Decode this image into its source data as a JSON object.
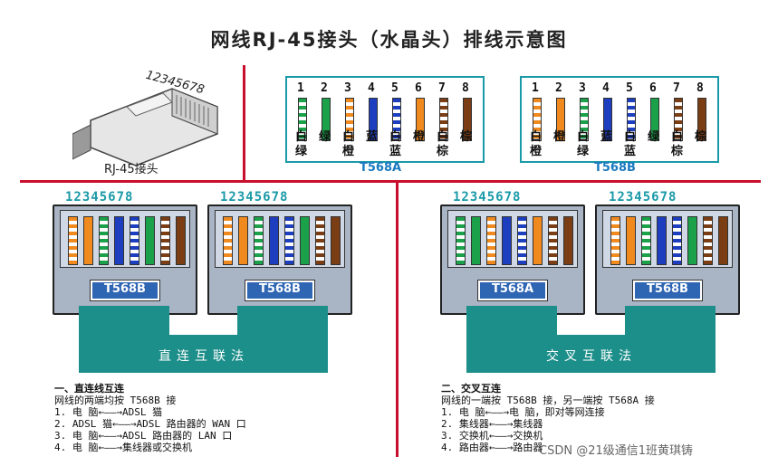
{
  "title": "网线RJ-45接头（水晶头）排线示意图",
  "rj45": {
    "pins_text": "12345678",
    "caption": "RJ-45接头"
  },
  "colors": {
    "white": "#ffffff",
    "green": "#1aa14a",
    "orange": "#f08a1e",
    "blue": "#1d3fbf",
    "brown": "#7a3d14",
    "red": "#c8102e",
    "teal": "#1a9aa8"
  },
  "standards": [
    {
      "name": "T568A",
      "pins": [
        "1",
        "2",
        "3",
        "4",
        "5",
        "6",
        "7",
        "8"
      ],
      "wires": [
        {
          "stripe": "green",
          "base": "white",
          "top": "白",
          "bottom": "绿"
        },
        {
          "stripe": "green",
          "base": "green",
          "top": "绿",
          "bottom": ""
        },
        {
          "stripe": "orange",
          "base": "white",
          "top": "白",
          "bottom": "橙"
        },
        {
          "stripe": "blue",
          "base": "blue",
          "top": "蓝",
          "bottom": ""
        },
        {
          "stripe": "blue",
          "base": "white",
          "top": "白",
          "bottom": "蓝"
        },
        {
          "stripe": "orange",
          "base": "orange",
          "top": "橙",
          "bottom": ""
        },
        {
          "stripe": "brown",
          "base": "white",
          "top": "白",
          "bottom": "棕"
        },
        {
          "stripe": "brown",
          "base": "brown",
          "top": "棕",
          "bottom": ""
        }
      ]
    },
    {
      "name": "T568B",
      "pins": [
        "1",
        "2",
        "3",
        "4",
        "5",
        "6",
        "7",
        "8"
      ],
      "wires": [
        {
          "stripe": "orange",
          "base": "white",
          "top": "白",
          "bottom": "橙"
        },
        {
          "stripe": "orange",
          "base": "orange",
          "top": "橙",
          "bottom": ""
        },
        {
          "stripe": "green",
          "base": "white",
          "top": "白",
          "bottom": "绿"
        },
        {
          "stripe": "blue",
          "base": "blue",
          "top": "蓝",
          "bottom": ""
        },
        {
          "stripe": "blue",
          "base": "white",
          "top": "白",
          "bottom": "蓝"
        },
        {
          "stripe": "green",
          "base": "green",
          "top": "绿",
          "bottom": ""
        },
        {
          "stripe": "brown",
          "base": "white",
          "top": "白",
          "bottom": "棕"
        },
        {
          "stripe": "brown",
          "base": "brown",
          "top": "棕",
          "bottom": ""
        }
      ]
    }
  ],
  "cables": [
    {
      "pins_text": "12345678",
      "left_label": "T568B",
      "right_label": "T568B",
      "cable_text": "直连互联法"
    },
    {
      "pins_text": "12345678",
      "left_label": "T568A",
      "right_label": "T568B",
      "cable_text": "交叉互联法"
    }
  ],
  "sections": [
    {
      "heading": "一、直连线互连",
      "subheading": "网线的两端均按 T568B 接",
      "lines": [
        "1.  电  脑←——→ADSL 猫",
        "2.  ADSL 猫←——→ADSL 路由器的 WAN 口",
        "3.  电  脑←——→ADSL 路由器的 LAN 口",
        "4.  电  脑←——→集线器或交换机"
      ]
    },
    {
      "heading": "二、交叉互连",
      "subheading": "网线的一端按 T568B 接，另一端按 T568A 接",
      "lines": [
        "1.  电  脑←——→电  脑，即对等网连接",
        "2.  集线器←——→集线器",
        "3.  交换机←——→交换机",
        "4.  路由器←——→路由器"
      ]
    }
  ],
  "watermark": "CSDN @21级通信1班黄琪铸"
}
